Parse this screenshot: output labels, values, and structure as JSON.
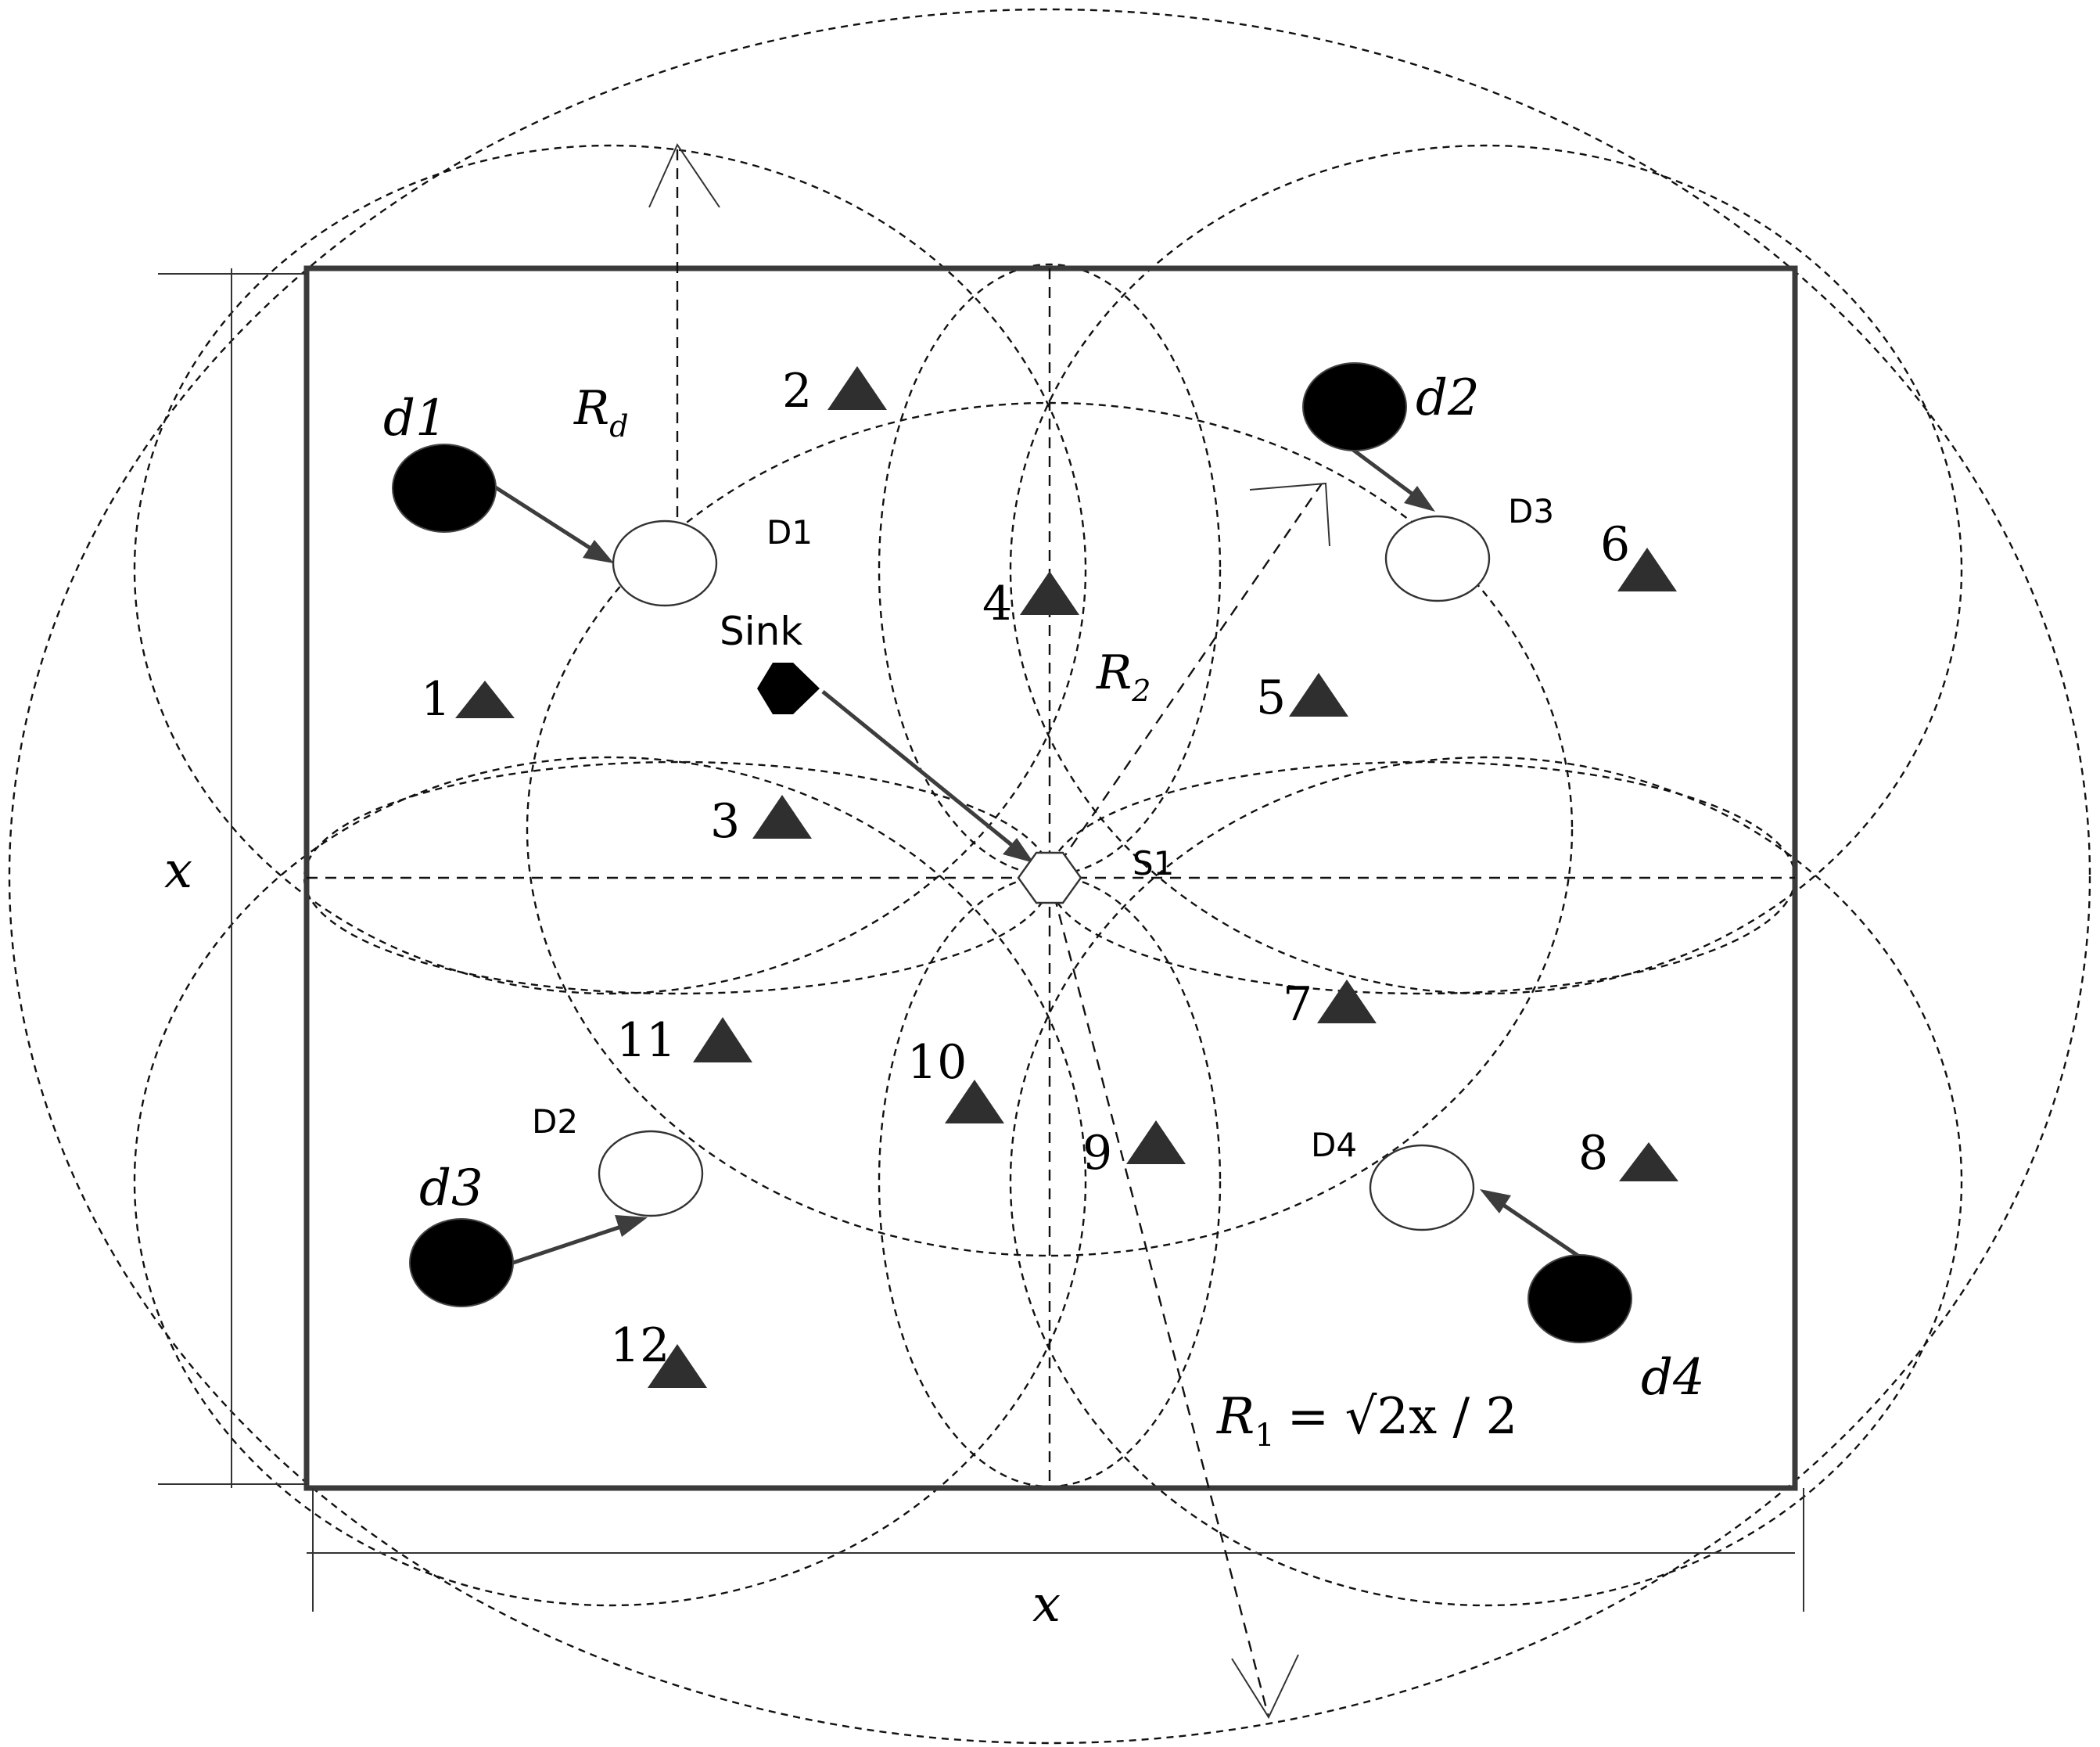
{
  "labels": {
    "d1": "d1",
    "d2": "d2",
    "d3": "d3",
    "d4": "d4",
    "D1": "D1",
    "D2": "D2",
    "D3": "D3",
    "D4": "D4",
    "sink": "Sink",
    "s1": "S1",
    "rd": "R",
    "rd_sub": "d",
    "r2": "R",
    "r2_sub": "2",
    "r1": "R",
    "r1_sub": "1",
    "r1_formula": "= √2x / 2",
    "x_side": "x",
    "x_bottom": "x"
  },
  "nodes": [
    "1",
    "2",
    "3",
    "4",
    "5",
    "6",
    "7",
    "8",
    "9",
    "10",
    "11",
    "12"
  ]
}
